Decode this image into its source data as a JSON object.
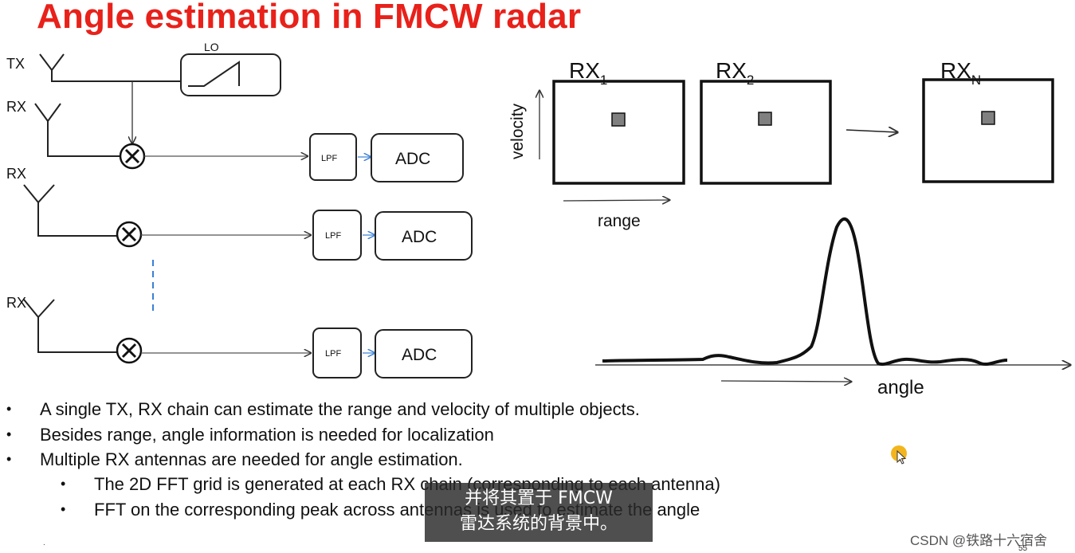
{
  "slide": {
    "title": "Angle estimation in FMCW radar",
    "page_number": "55",
    "small_mark": "."
  },
  "chain": {
    "tx_label": "TX",
    "rx_label_1": "RX",
    "rx_label_2": "RX",
    "rx_label_3": "RX",
    "lo_label": "LO",
    "lpf_label": "LPF",
    "adc_label": "ADC"
  },
  "grid": {
    "rx1": "RX",
    "rx1_sub": "1",
    "rx2": "RX",
    "rx2_sub": "2",
    "rxn": "RX",
    "rxn_sub": "N",
    "y_axis": "velocity",
    "x_axis": "range"
  },
  "angle_plot": {
    "x_axis": "angle"
  },
  "bullets": [
    "A single TX, RX chain can estimate the range and velocity of multiple objects.",
    "Besides range,  angle information is needed for localization",
    "Multiple RX antennas  are needed for angle estimation.",
    "The 2D FFT grid is generated at each  RX chain (corresponding to each antenna)",
    "FFT on the corresponding peak across antennas is used to estimate the angle"
  ],
  "subtitle_lines": [
    "并将其置于 FMCW",
    "雷达系统的背景中。"
  ],
  "watermark": "CSDN @铁路十六宿舍",
  "colors": {
    "title": "#e8211a",
    "arrow_blue": "#3a7fd5",
    "peak_box": "#808080"
  }
}
